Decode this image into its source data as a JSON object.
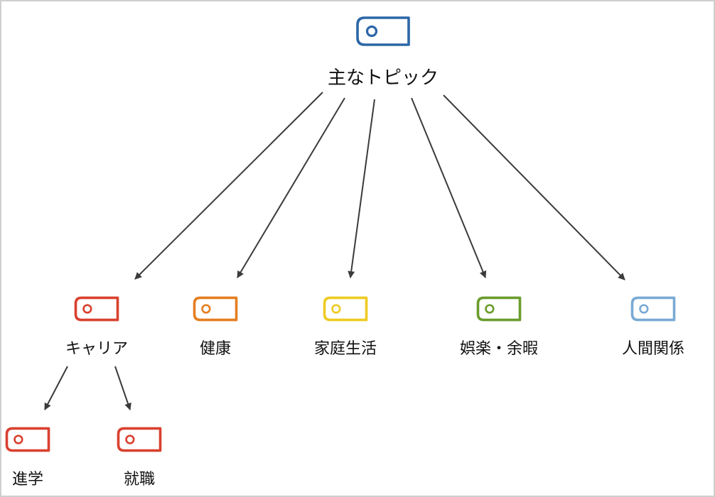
{
  "diagram": {
    "root": {
      "label": "主なトピック",
      "color": "#2b67a7",
      "icon": "tag-icon",
      "children": [
        {
          "label": "キャリア",
          "color": "#d9412f",
          "icon": "tag-icon",
          "children": [
            {
              "label": "進学",
              "color": "#d9412f",
              "icon": "tag-icon"
            },
            {
              "label": "就職",
              "color": "#d9412f",
              "icon": "tag-icon"
            }
          ]
        },
        {
          "label": "健康",
          "color": "#e57e22",
          "icon": "tag-icon"
        },
        {
          "label": "家庭生活",
          "color": "#eecb22",
          "icon": "tag-icon"
        },
        {
          "label": "娯楽・余暇",
          "color": "#6a9d2d",
          "icon": "tag-icon"
        },
        {
          "label": "人間関係",
          "color": "#7aaad4",
          "icon": "tag-icon"
        }
      ]
    },
    "edge_color": "#3b3b3b"
  }
}
